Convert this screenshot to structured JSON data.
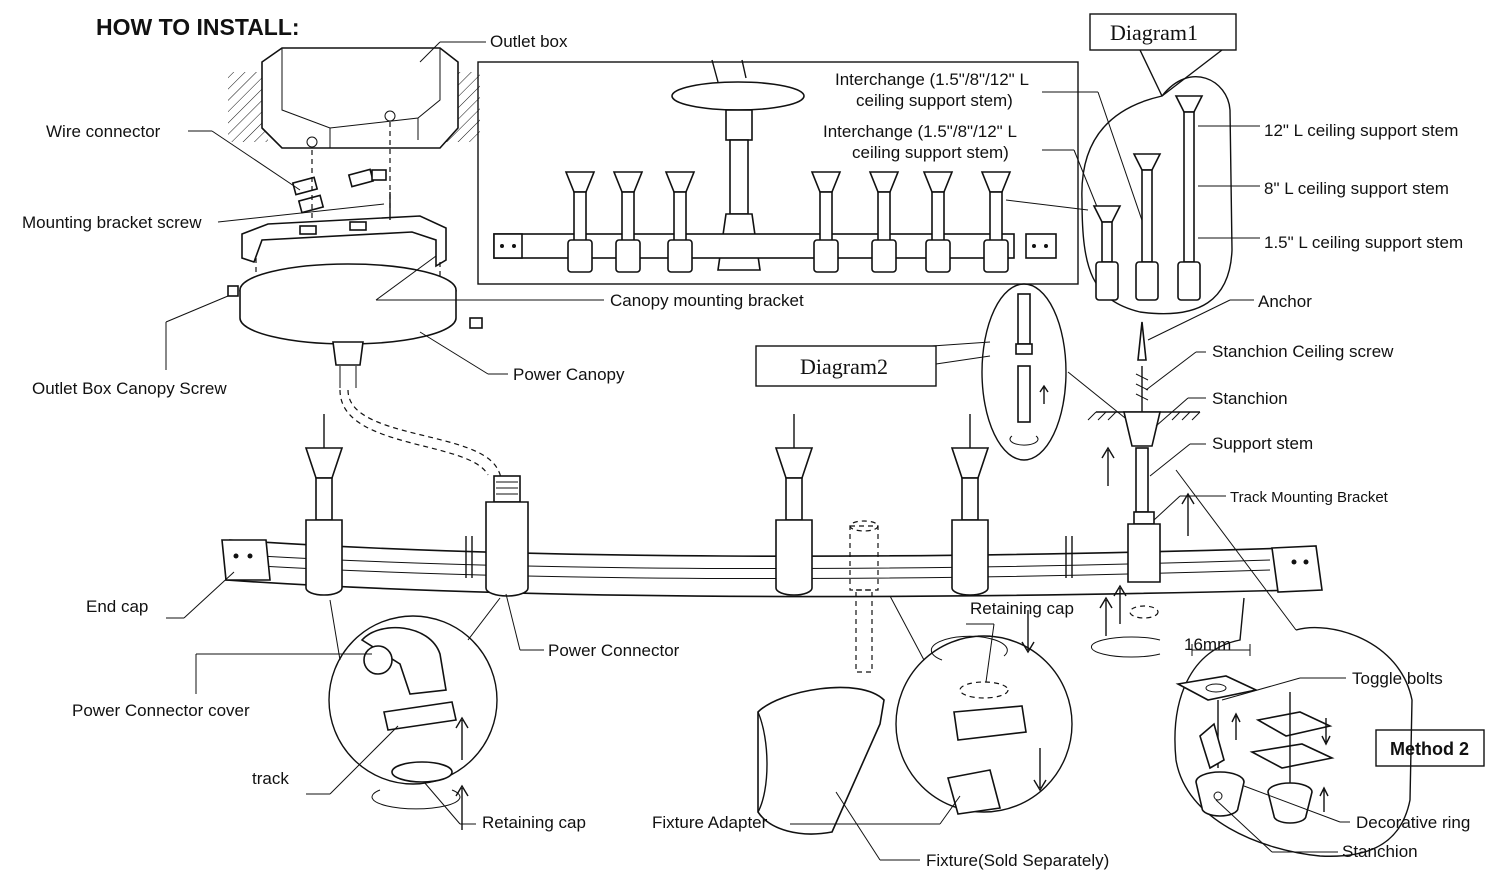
{
  "title": "HOW TO INSTALL:",
  "diagram1": {
    "title": "Diagram1",
    "stem_12": "12\" L ceiling support stem",
    "stem_8": "8\" L ceiling support stem",
    "stem_15": "1.5\" L ceiling support stem"
  },
  "diagram2": {
    "title": "Diagram2"
  },
  "inset": {
    "interchange_1_line1": "Interchange (1.5\"/8\"/12\" L",
    "interchange_1_line2": "ceiling support stem)",
    "interchange_2_line1": "Interchange (1.5\"/8\"/12\" L",
    "interchange_2_line2": "ceiling support stem)"
  },
  "labels": {
    "outlet_box": "Outlet box",
    "wire_connector": "Wire connector",
    "mounting_bracket_screw": "Mounting bracket screw",
    "canopy_mounting_bracket": "Canopy mounting bracket",
    "outlet_box_canopy_screw": "Outlet Box Canopy Screw",
    "power_canopy": "Power Canopy",
    "anchor": "Anchor",
    "stanchion_ceiling_screw": "Stanchion Ceiling screw",
    "stanchion": "Stanchion",
    "support_stem": "Support stem",
    "track_mounting_bracket": "Track Mounting Bracket",
    "end_cap": "End cap",
    "power_connector": "Power Connector",
    "power_connector_cover": "Power Connector cover",
    "track": "track",
    "retaining_cap_left": "Retaining cap",
    "retaining_cap_mid": "Retaining cap",
    "fixture_adapter": "Fixture Adapter",
    "fixture_sold_separately": "Fixture(Sold Separately)",
    "toggle_bolts": "Toggle bolts",
    "dim_16mm": "16mm",
    "method_2": "Method 2",
    "decorative_ring": "Decorative ring",
    "stanchion_bottom": "Stanchion"
  }
}
